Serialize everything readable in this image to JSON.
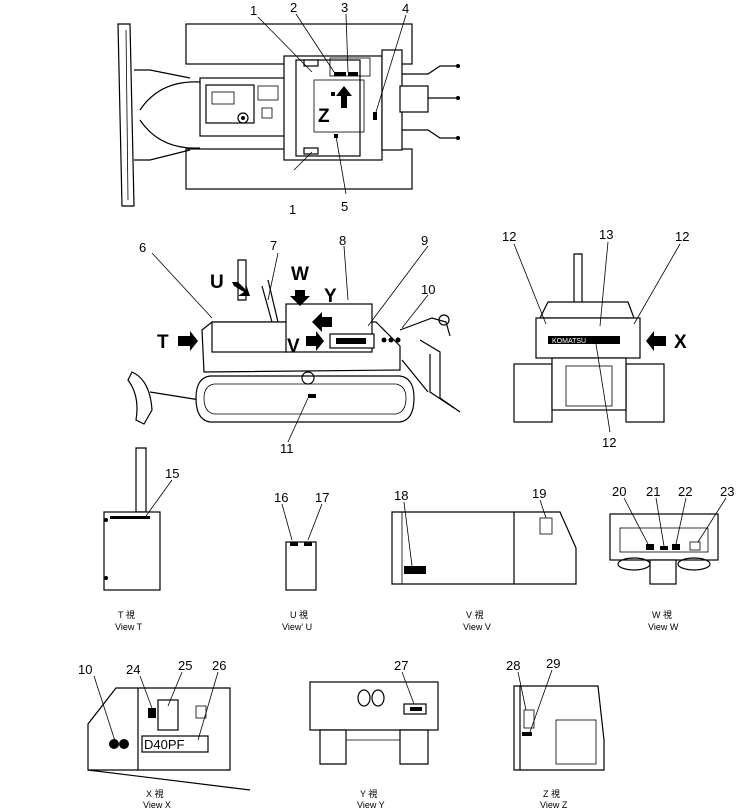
{
  "callouts": {
    "n1": "1",
    "n2": "2",
    "n3": "3",
    "n4": "4",
    "n5": "5",
    "n6": "6",
    "n7": "7",
    "n8": "8",
    "n9": "9",
    "n10": "10",
    "n11": "11",
    "n12": "12",
    "n13": "13",
    "n15": "15",
    "n16": "16",
    "n17": "17",
    "n18": "18",
    "n19": "19",
    "n20": "20",
    "n21": "21",
    "n22": "22",
    "n23": "23",
    "n24": "24",
    "n25": "25",
    "n26": "26",
    "n27": "27",
    "n28": "28",
    "n29": "29"
  },
  "view_letters": {
    "T": "T",
    "U": "U",
    "V": "V",
    "W": "W",
    "X": "X",
    "Y": "Y",
    "Z": "Z"
  },
  "captions": {
    "t_jp": "T 視",
    "t_en": "View T",
    "u_jp": "U 視",
    "u_en": "View' U",
    "v_jp": "V 視",
    "v_en": "View V",
    "w_jp": "W 視",
    "w_en": "View W",
    "x_jp": "X 視",
    "x_en": "View X",
    "y_jp": "Y 視",
    "y_en": "View Y",
    "z_jp": "Z 視",
    "z_en": "View Z"
  },
  "plates": {
    "model": "D40PF",
    "brand": "KOMATSU"
  }
}
